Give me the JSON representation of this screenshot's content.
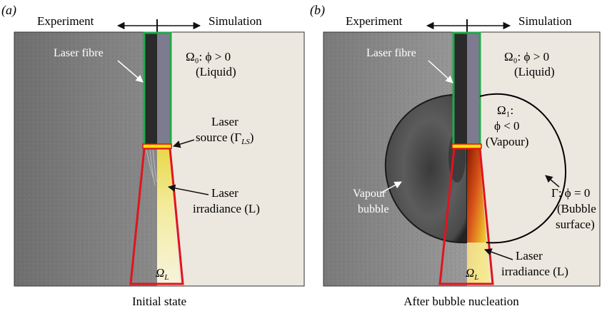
{
  "panels": [
    {
      "id": "a",
      "label": "(a)",
      "header_left": "Experiment",
      "header_right": "Simulation",
      "caption": "Initial state",
      "annotations": {
        "fibre": "Laser fibre",
        "omega0_line1": "Ω₀: ϕ > 0",
        "omega0_line2": "(Liquid)",
        "source_line1": "Laser",
        "source_line2": "source (Γ",
        "source_sub": "LS",
        "source_close": ")",
        "irr_line1": "Laser",
        "irr_line2": "irradiance (L)",
        "omegaL": "Ω",
        "omegaL_sub": "L"
      }
    },
    {
      "id": "b",
      "label": "(b)",
      "header_left": "Experiment",
      "header_right": "Simulation",
      "caption": "After bubble nucleation",
      "annotations": {
        "fibre": "Laser fibre",
        "omega0_line1": "Ω₀: ϕ > 0",
        "omega0_line2": "(Liquid)",
        "omega1_line1": "Ω₁:",
        "omega1_line2": "ϕ < 0",
        "omega1_line3": "(Vapour)",
        "gamma_line1": "Γ: ϕ = 0",
        "gamma_line2": "(Bubble",
        "gamma_line3": "surface)",
        "vapour_line1": "Vapour",
        "vapour_line2": "bubble",
        "irr_line1": "Laser",
        "irr_line2": "irradiance (L)",
        "omegaL": "Ω",
        "omegaL_sub": "L"
      }
    }
  ],
  "colors": {
    "simulation_bg": "#ece8df",
    "fibre_fill": "#7e7a90",
    "fibre_outline": "#22a84a",
    "source_bar": "#f2e600",
    "region_outline": "#e0141e",
    "bubble_curve": "#000000"
  }
}
